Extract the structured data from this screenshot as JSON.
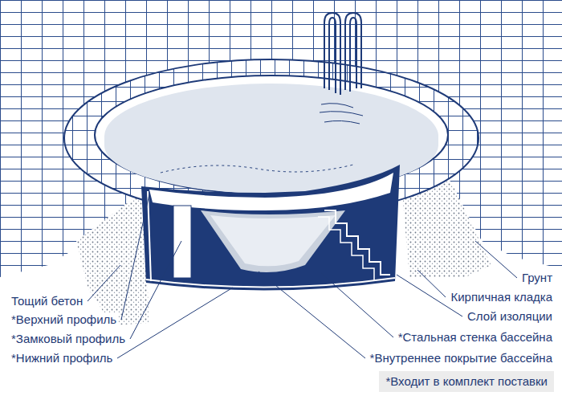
{
  "diagram": {
    "labels": [
      "Тощий бетон",
      "*Верхний профиль",
      "*Замковый профиль",
      "*Нижний профиль",
      "Грунт",
      "Кирпичная кладка",
      "Слой изоляции",
      "*Стальная стенка бассейна",
      "*Внутреннее покрытие бассейна",
      "*Входит в комплект поставки"
    ]
  }
}
